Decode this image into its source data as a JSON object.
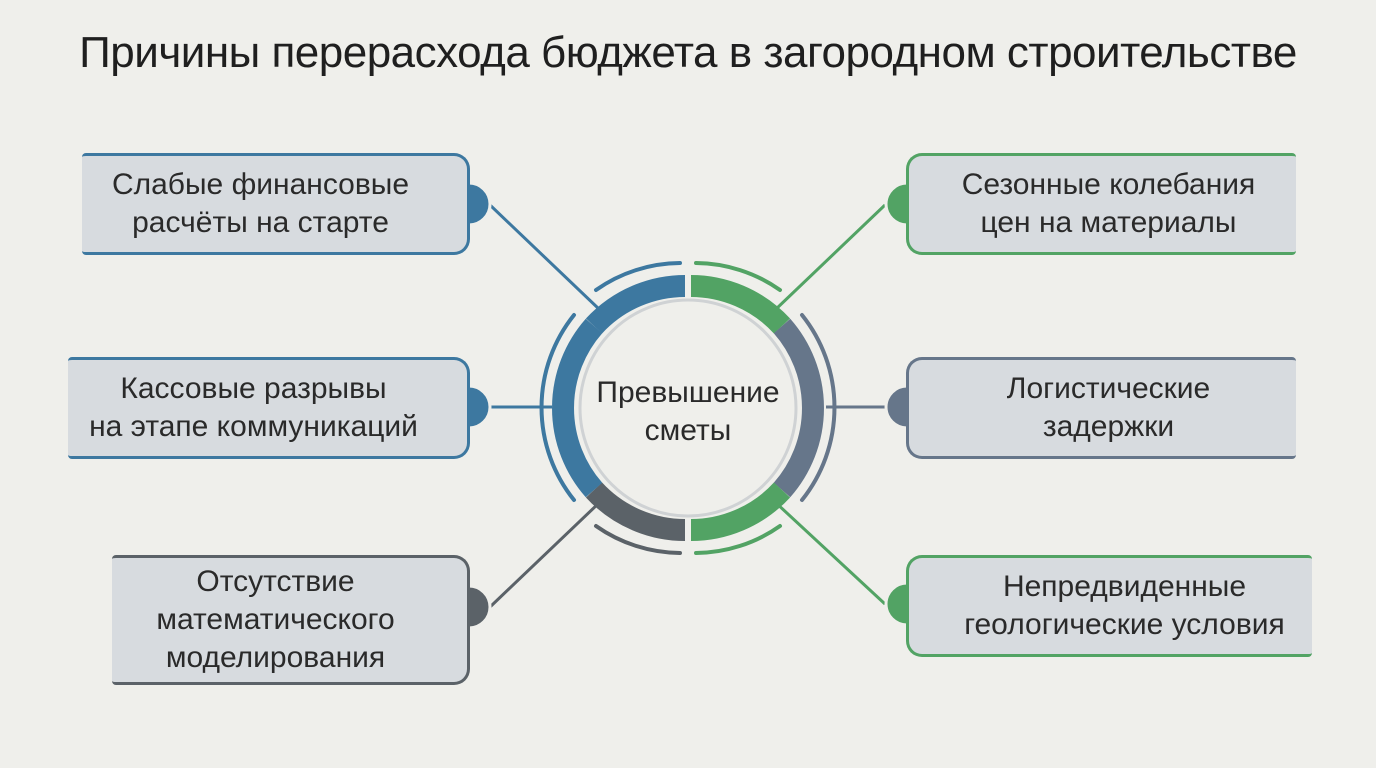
{
  "title": "Причины перерасхода бюджета в загородном строительстве",
  "center": {
    "label": "Превышение\nсметы"
  },
  "colors": {
    "blue": "#3d78a0",
    "green": "#52a364",
    "slate": "#66768a",
    "gray": "#5b6268"
  },
  "causes": [
    {
      "label": "Слабые финансовые\nрасчёты на старте",
      "side": "left",
      "color": "blue"
    },
    {
      "label": "Кассовые разрывы\nна этапе коммуникаций",
      "side": "left",
      "color": "blue"
    },
    {
      "label": "Отсутствие\nматематического\nмоделирования",
      "side": "left",
      "color": "gray"
    },
    {
      "label": "Сезонные колебания\nцен на материалы",
      "side": "right",
      "color": "green"
    },
    {
      "label": "Логистические\nзадержки",
      "side": "right",
      "color": "slate"
    },
    {
      "label": "Непредвиденные\nгеологические условия",
      "side": "right",
      "color": "green"
    }
  ]
}
